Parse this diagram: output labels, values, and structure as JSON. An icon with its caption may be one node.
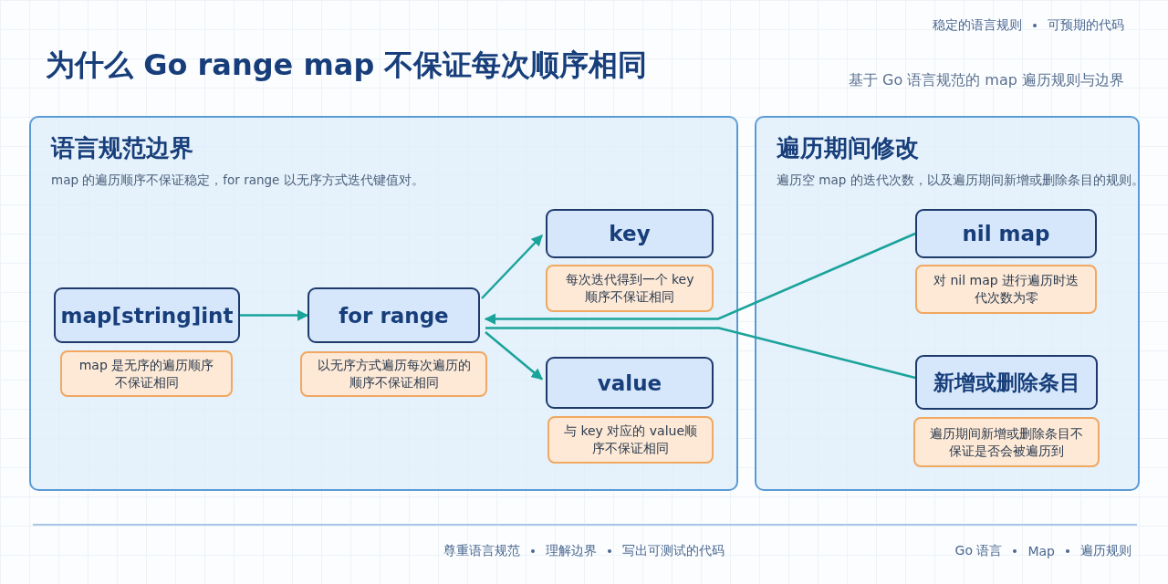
{
  "diagram": {
    "title": "为什么 Go range map 不保证每次顺序相同",
    "nodes": [
      {
        "text": [
          "语言规范边界",
          "map 的遍历顺序不保证稳定，for range 以无序方式迭代键值对。"
        ]
      },
      {
        "text": [
          "map[string]int"
        ],
        "in": 0
      },
      {
        "text": [
          "map 是无序的遍历顺序不保证相同"
        ],
        "in": 0
      },
      {
        "text": [
          "for range"
        ],
        "in": 0
      },
      {
        "text": [
          "以无序方式遍历每次遍历的顺序不保证相同"
        ],
        "in": 0
      },
      {
        "text": [
          "key"
        ],
        "in": 0
      },
      {
        "text": [
          "每次迭代得到一个 key顺序不保证相同"
        ],
        "in": 0
      },
      {
        "text": [
          "value"
        ],
        "in": 0
      },
      {
        "text": [
          "与 key 对应的 value顺序不保证相同"
        ],
        "in": 0
      },
      {
        "text": [
          "遍历期间修改",
          "遍历空 map 的迭代次数，以及遍历期间新增或删除条目的规则。"
        ]
      },
      {
        "text": [
          "nil map"
        ],
        "in": 9
      },
      {
        "text": [
          "对 nil map 进行遍历时迭代次数为零"
        ],
        "in": 9
      },
      {
        "text": [
          "新增或删除条目"
        ],
        "in": 9
      },
      {
        "text": [
          "遍历期间新增或删除条目不保证是否会被遍历到"
        ],
        "in": 9
      }
    ],
    "edges": [
      {
        "from": 1,
        "to": 3,
        "arrow": "to"
      },
      {
        "from": 3,
        "to": 5,
        "arrow": "to"
      },
      {
        "from": 3,
        "to": 7,
        "arrow": "to"
      },
      {
        "from": 10,
        "to": 3,
        "arrow": "to"
      },
      {
        "from": 3,
        "to": 12,
        "arrow": "none"
      }
    ],
    "labels": [
      "稳定的语言规则",
      "可预期的代码",
      "基于 Go 语言规范的 map 遍历规则与边界",
      "尊重语言规范",
      "理解边界",
      "写出可测试的代码",
      "Go 语言",
      "Map",
      "遍历规则"
    ]
  }
}
